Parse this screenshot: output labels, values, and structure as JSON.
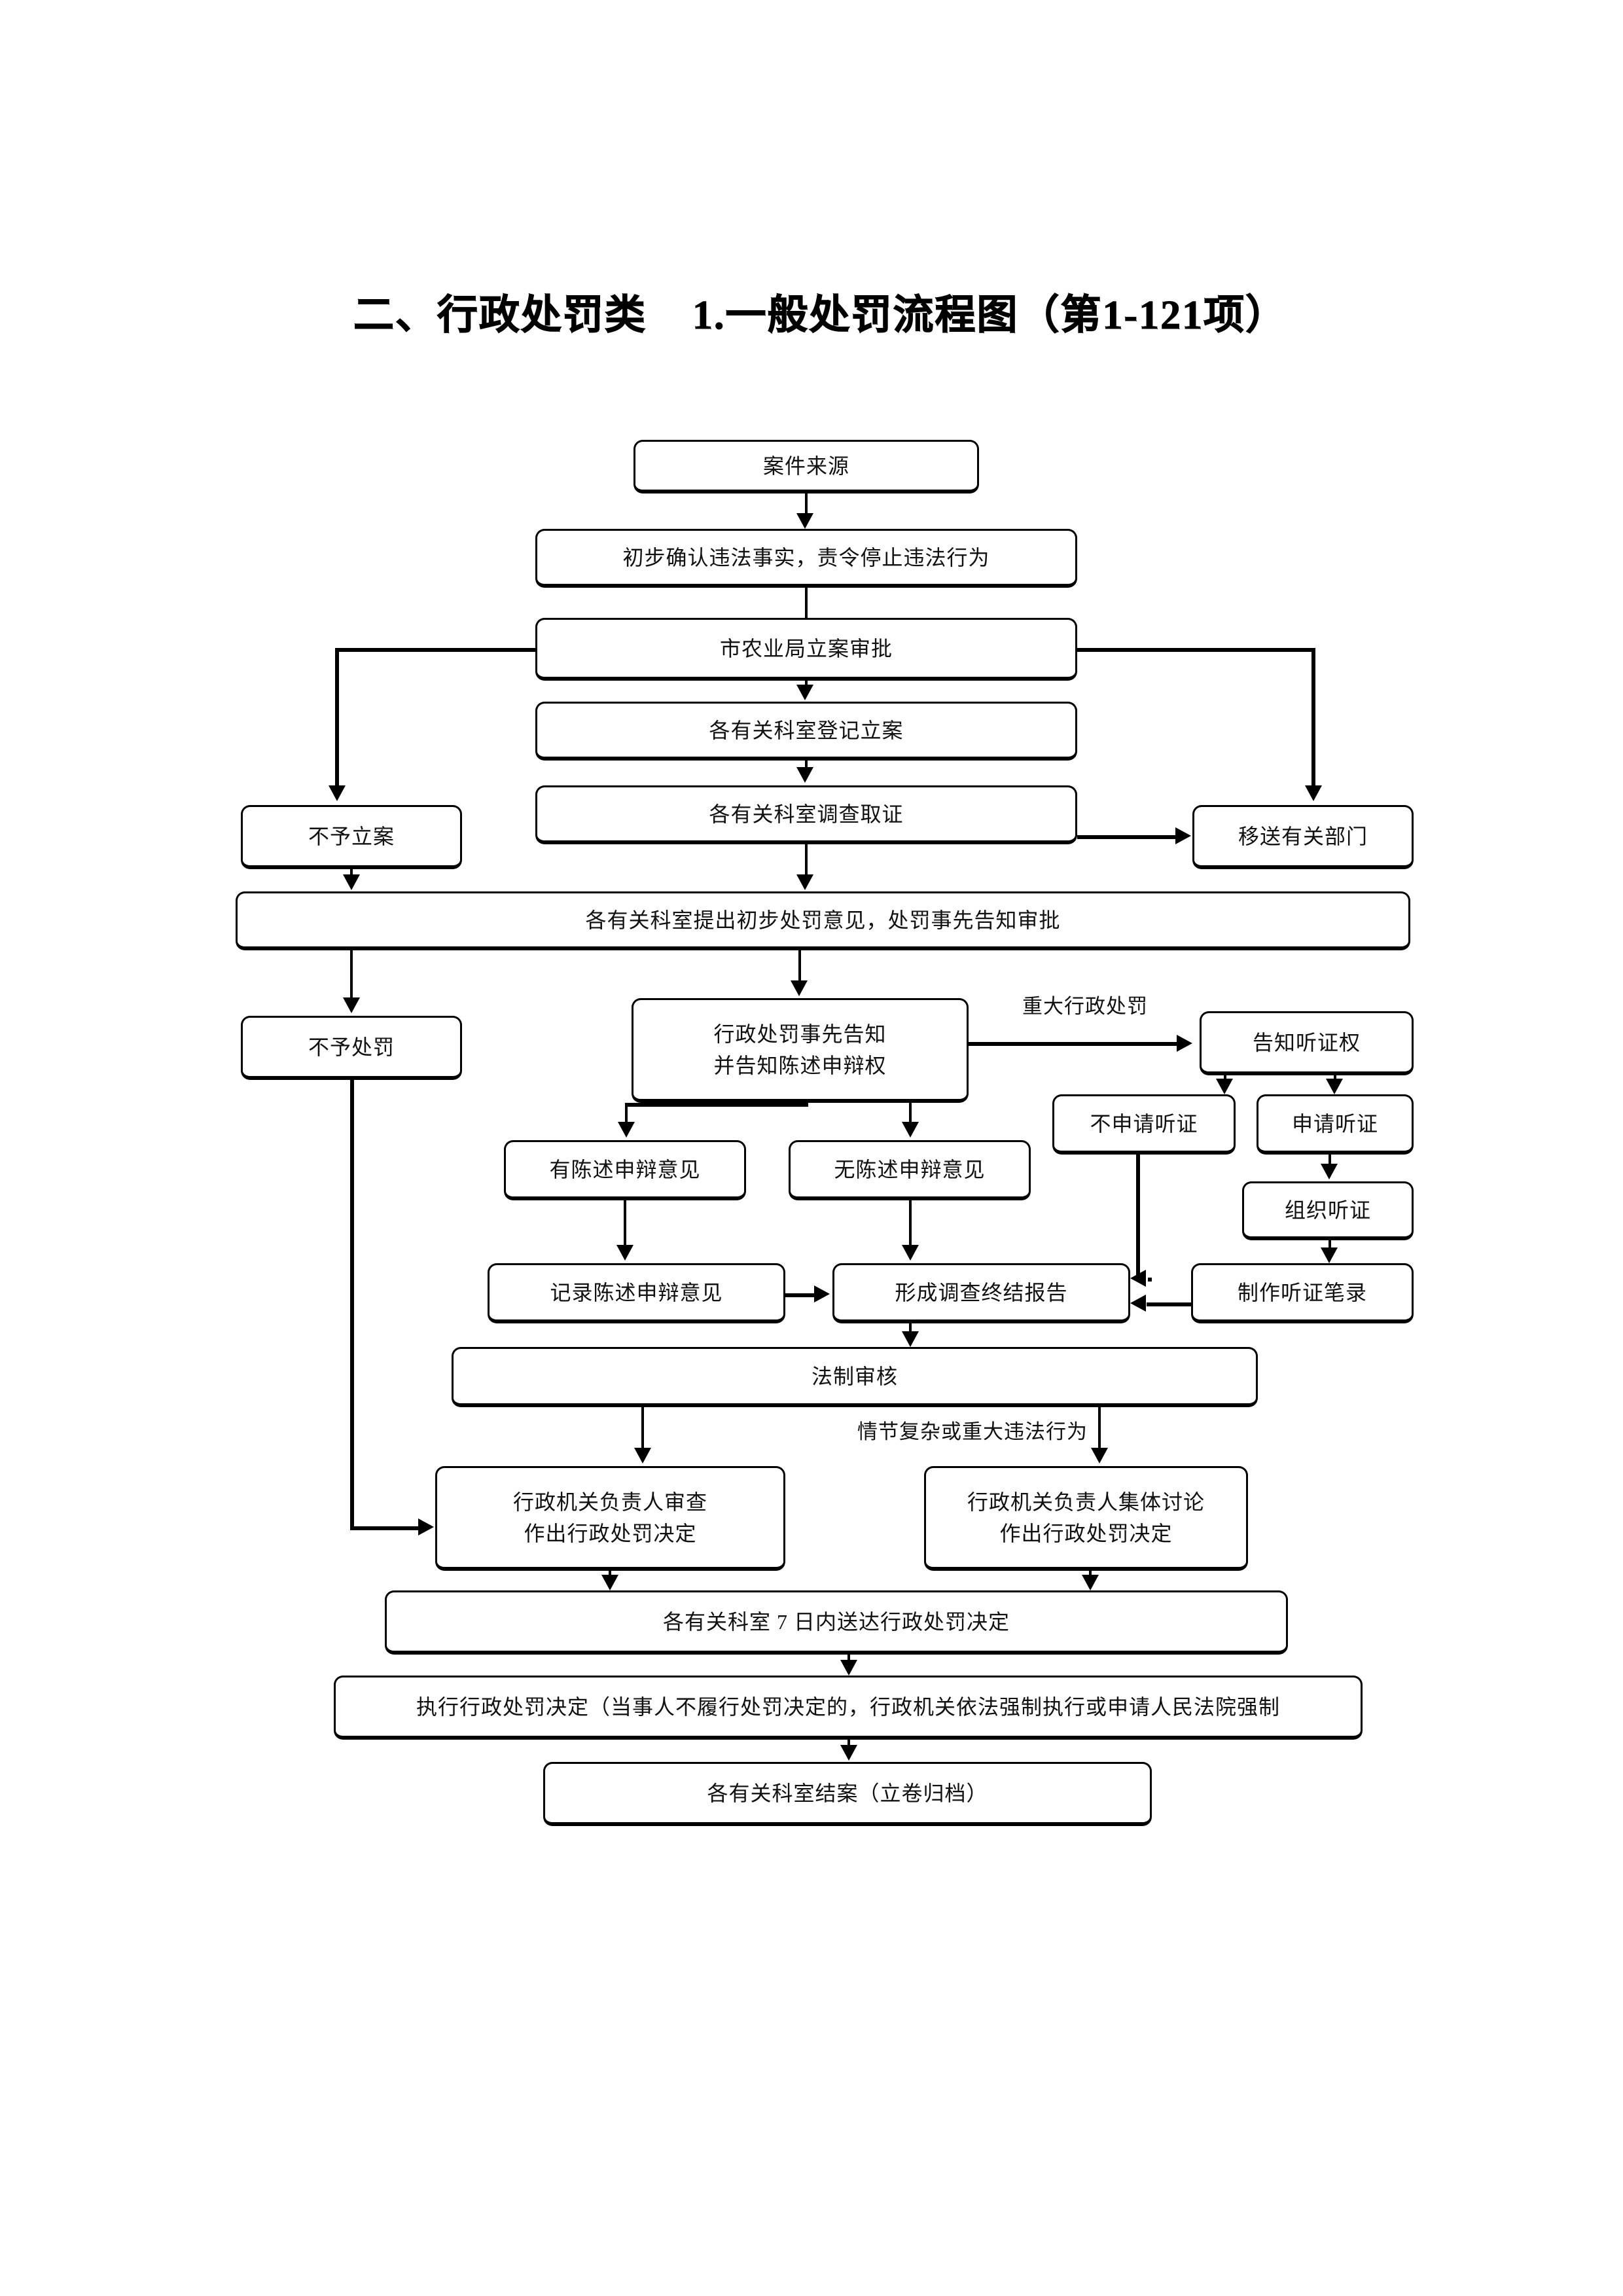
{
  "document": {
    "title_section": "二、行政处罚类",
    "title_chart": "1.一般处罚流程图（第1-121项）"
  },
  "flow": {
    "nodes": {
      "case_source": {
        "line1": "案件来源"
      },
      "preliminary_confirm": {
        "line1": "初步确认违法事实，责令停止违法行为"
      },
      "bureau_filing_approval": {
        "line1": "市农业局立案审批"
      },
      "dept_register_filing": {
        "line1": "各有关科室登记立案"
      },
      "dept_investigate": {
        "line1": "各有关科室调查取证"
      },
      "no_filing": {
        "line1": "不予立案"
      },
      "transfer_dept": {
        "line1": "移送有关部门"
      },
      "dept_preliminary_opinion": {
        "line1": "各有关科室提出初步处罚意见，处罚事先告知审批"
      },
      "no_penalty": {
        "line1": "不予处罚"
      },
      "advance_notice": {
        "line1": "行政处罚事先告知",
        "line2": "并告知陈述申辩权"
      },
      "notify_hearing_right": {
        "line1": "告知听证权"
      },
      "no_hearing_request": {
        "line1": "不申请听证"
      },
      "hearing_request": {
        "line1": "申请听证"
      },
      "organize_hearing": {
        "line1": "组织听证"
      },
      "hearing_record": {
        "line1": "制作听证笔录"
      },
      "has_statement": {
        "line1": "有陈述申辩意见"
      },
      "no_statement": {
        "line1": "无陈述申辩意见"
      },
      "record_statement": {
        "line1": "记录陈述申辩意见"
      },
      "final_report": {
        "line1": "形成调查终结报告"
      },
      "legal_review": {
        "line1": "法制审核"
      },
      "head_review_decision": {
        "line1": "行政机关负责人审查",
        "line2": "作出行政处罚决定"
      },
      "collective_discussion": {
        "line1": "行政机关负责人集体讨论",
        "line2": "作出行政处罚决定"
      },
      "deliver_within_7days": {
        "line1": "各有关科室 7 日内送达行政处罚决定"
      },
      "enforce_decision": {
        "line1": "执行行政处罚决定（当事人不履行处罚决定的，行政机关依法强制执行或申请人民法院强制"
      },
      "close_case": {
        "line1": "各有关科室结案（立卷归档）"
      }
    },
    "edge_labels": {
      "major_penalty": "重大行政处罚",
      "complex_or_major_violation": "情节复杂或重大违法行为"
    }
  }
}
